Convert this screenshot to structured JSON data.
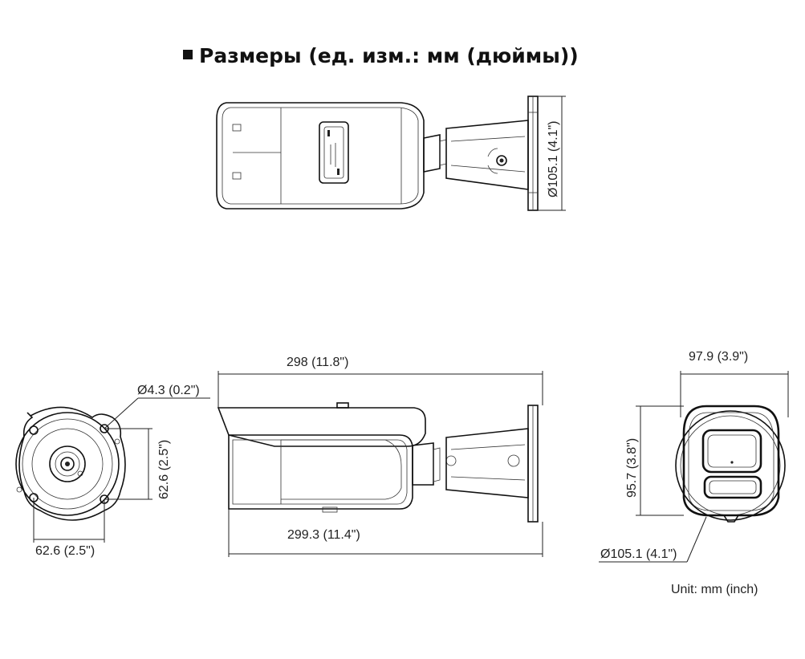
{
  "title": "Размеры (ед. изм.: мм (дюймы))",
  "unit_note": "Unit: mm (inch)",
  "top_view": {
    "mount_diameter": "Ø105.1 (4.1\")"
  },
  "front_view": {
    "hole_diameter": "Ø4.3 (0.2\")",
    "hole_spacing_vertical": "62.6 (2.5\")",
    "hole_spacing_horizontal": "62.6 (2.5\")"
  },
  "side_view": {
    "top_length": "298 (11.8\")",
    "bottom_length": "299.3 (11.4\")"
  },
  "rear_view": {
    "width": "97.9 (3.9\")",
    "height": "95.7 (3.8\")",
    "mount_diameter": "Ø105.1 (4.1\")"
  }
}
